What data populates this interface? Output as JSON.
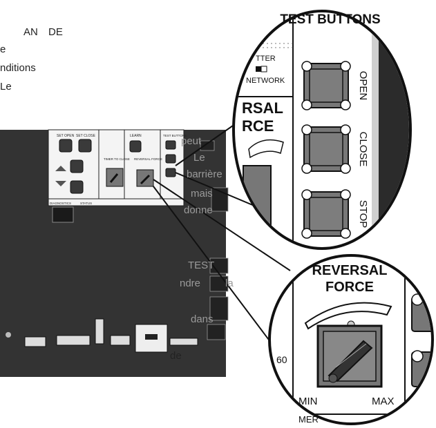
{
  "text_fragments": [
    "AN",
    "DE",
    "e",
    "nditions",
    "Le",
    "peut",
    "Le",
    "barrière",
    "mais",
    "donne",
    "TEST",
    "ndre",
    "la",
    "dans",
    "de"
  ],
  "board": {
    "labels": {
      "set_open": "SET OPEN",
      "set_close": "SET CLOSE",
      "learn": "LEARN",
      "test_buttons": "TEST BUTTONS",
      "timer_to_close": "TIMER TO CLOSE",
      "reversal_force": "REVERSAL FORCE",
      "diagnostics": "DIAGNOSTICS",
      "status": "STATUS"
    }
  },
  "zoom_top": {
    "title": "TEST BUTTONS",
    "partial_label_1": "TTER",
    "partial_label_2": "NETWORK",
    "partial_heading_1": "RSAL",
    "partial_heading_2": "RCE",
    "buttons": [
      {
        "label": "OPEN"
      },
      {
        "label": "CLOSE"
      },
      {
        "label": "STOP"
      }
    ]
  },
  "zoom_bottom": {
    "title_line1": "REVERSAL",
    "title_line2": "FORCE",
    "side_value": "60",
    "min_label": "MIN",
    "max_label": "MAX",
    "partial_bottom": "MER"
  }
}
